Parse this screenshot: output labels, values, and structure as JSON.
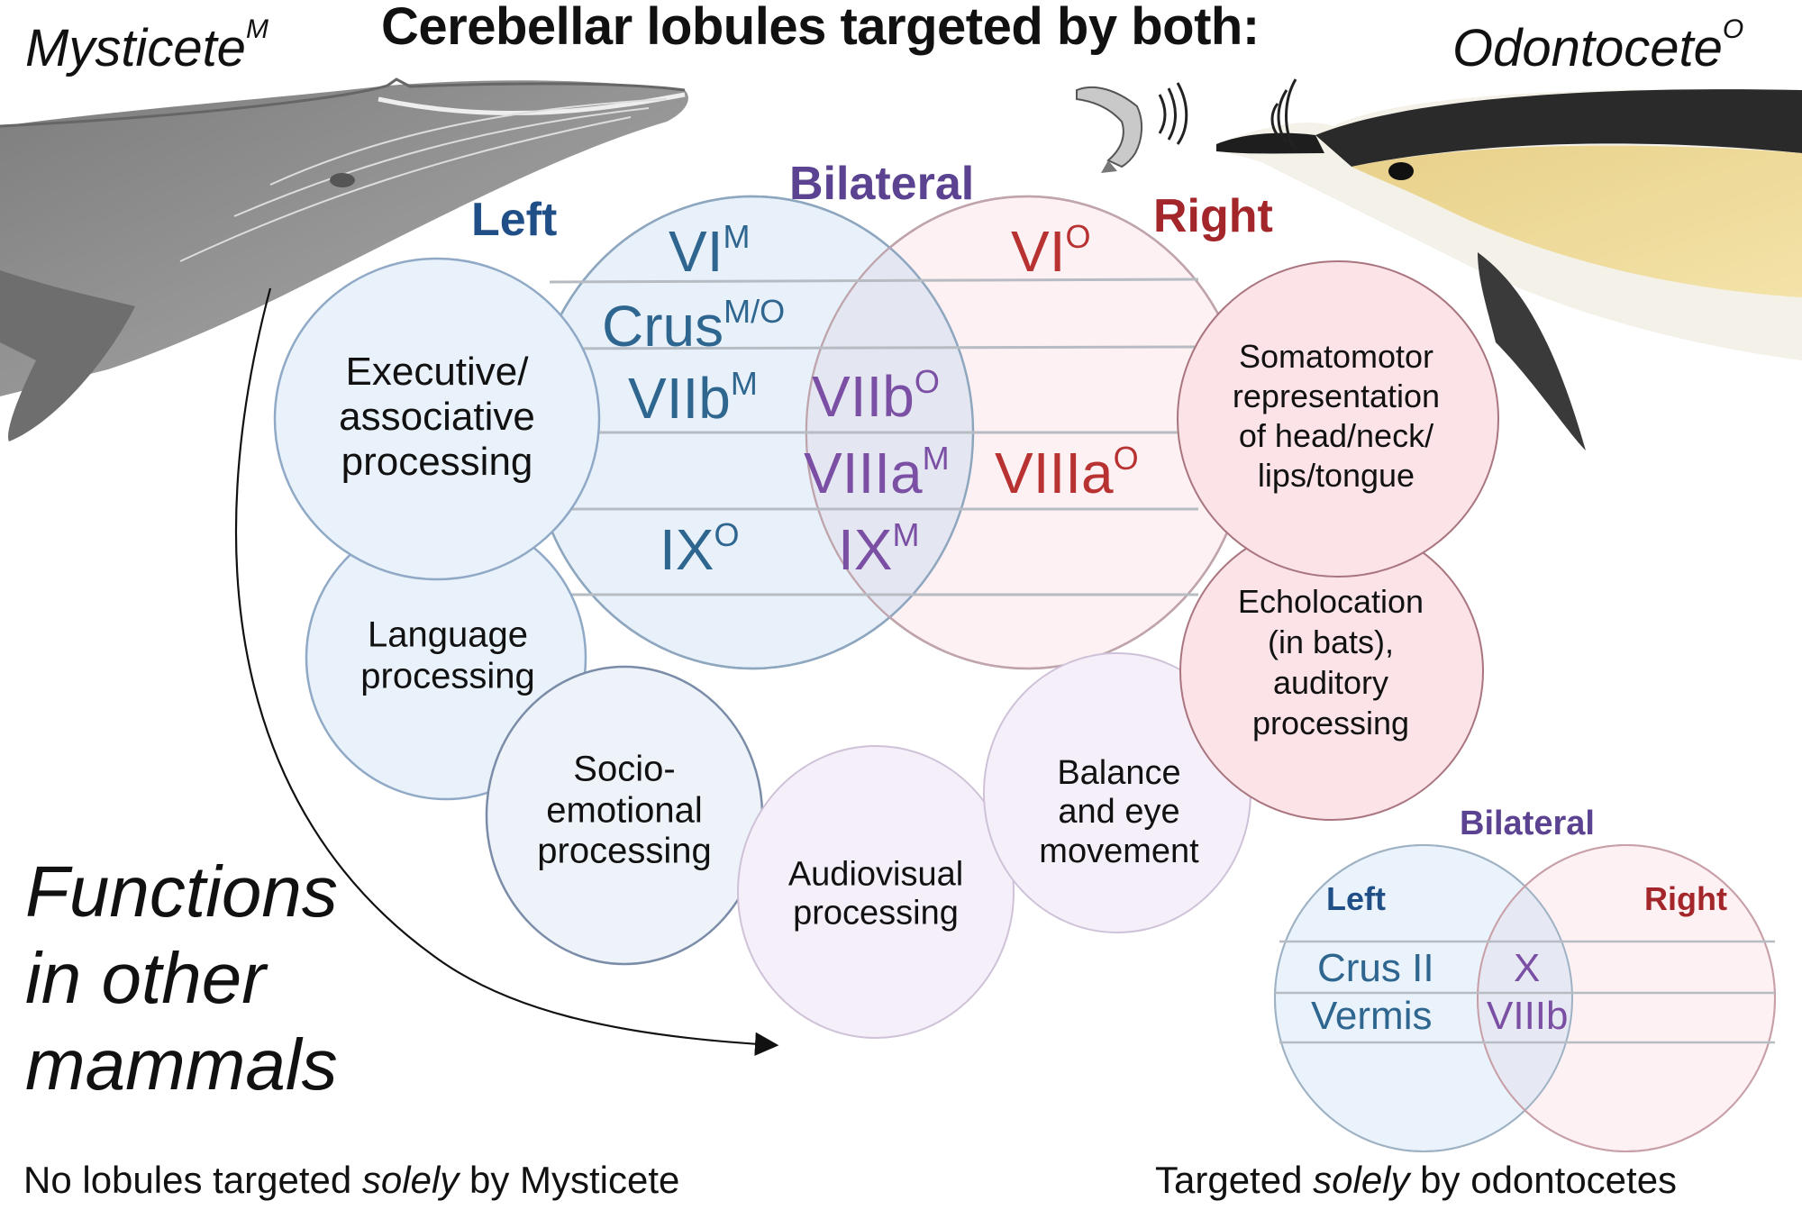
{
  "title": "Cerebellar lobules targeted by both:",
  "species": {
    "mysticete": {
      "name": "Mysticete",
      "sup": "M"
    },
    "odontocete": {
      "name": "Odontocete",
      "sup": "O"
    }
  },
  "main_venn": {
    "headers": {
      "left": "Left",
      "bilateral": "Bilateral",
      "right": "Right"
    },
    "left_lobules": [
      {
        "name": "VI",
        "sup": "M"
      },
      {
        "name": "Crus",
        "sup": "M/O"
      },
      {
        "name": "VIIb",
        "sup": "M"
      },
      {
        "name": "IX",
        "sup": "O"
      }
    ],
    "bilateral_lobules": [
      {
        "name": "VIIb",
        "sup": "O"
      },
      {
        "name": "VIIIa",
        "sup": "M"
      },
      {
        "name": "IX",
        "sup": "M"
      }
    ],
    "right_lobules": [
      {
        "name": "VI",
        "sup": "O"
      },
      {
        "name": "VIIIa",
        "sup": "O"
      }
    ]
  },
  "functions": {
    "heading": [
      "Functions",
      "in other",
      "mammals"
    ],
    "executive": [
      "Executive/",
      "associative",
      "processing"
    ],
    "language": [
      "Language",
      "processing"
    ],
    "socio": [
      "Socio-",
      "emotional",
      "processing"
    ],
    "audiovisual": [
      "Audiovisual",
      "processing"
    ],
    "balance": [
      "Balance",
      "and eye",
      "movement"
    ],
    "somatomotor": [
      "Somatomotor",
      "representation",
      "of head/neck/",
      "lips/tongue"
    ],
    "echolocation": [
      "Echolocation",
      "(in bats),",
      "auditory",
      "processing"
    ]
  },
  "odontocete_venn": {
    "headers": {
      "left": "Left",
      "bilateral": "Bilateral",
      "right": "Right"
    },
    "left_lobules": [
      "Crus II",
      "Vermis"
    ],
    "bilateral_lobules": [
      "X",
      "VIIIb"
    ]
  },
  "footer": {
    "left": {
      "before": "No lobules targeted ",
      "emph": "solely",
      "after": " by Mysticete"
    },
    "right": {
      "before": "Targeted ",
      "emph": "solely",
      "after": " by odontocetes"
    }
  },
  "icons": [
    "whale-illustration",
    "dolphin-illustration",
    "fish-icon",
    "sound-waves-icon",
    "curved-arrow-icon"
  ],
  "colors": {
    "left": "#2f6690",
    "bilateral": "#7b4fa3",
    "right": "#b83232",
    "left_fill": "#e8f1fa",
    "right_fill": "#fdeef1"
  }
}
